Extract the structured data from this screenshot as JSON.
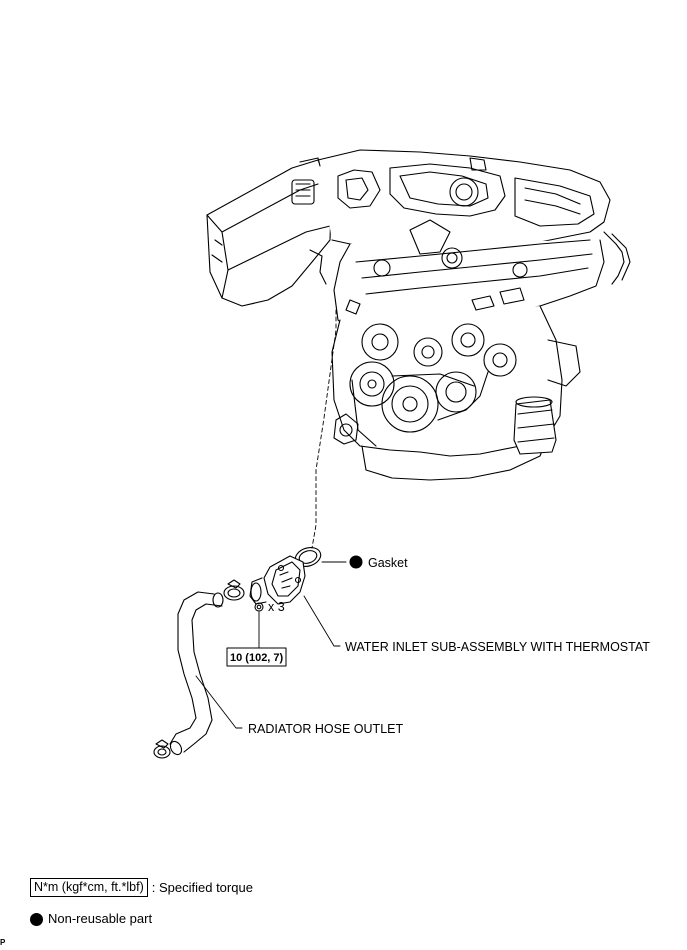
{
  "labels": {
    "gasket": "Gasket",
    "qty": "x 3",
    "torque": "10 (102, 7)",
    "water_inlet": "WATER INLET SUB-ASSEMBLY WITH THERMOSTAT",
    "radiator_hose": "RADIATOR HOSE OUTLET"
  },
  "legend": {
    "torque_unit": "N*m (kgf*cm, ft.*lbf)",
    "torque_desc": ": Specified torque",
    "nonreusable": "Non-reusable part"
  },
  "footer": {
    "mark": "P"
  }
}
